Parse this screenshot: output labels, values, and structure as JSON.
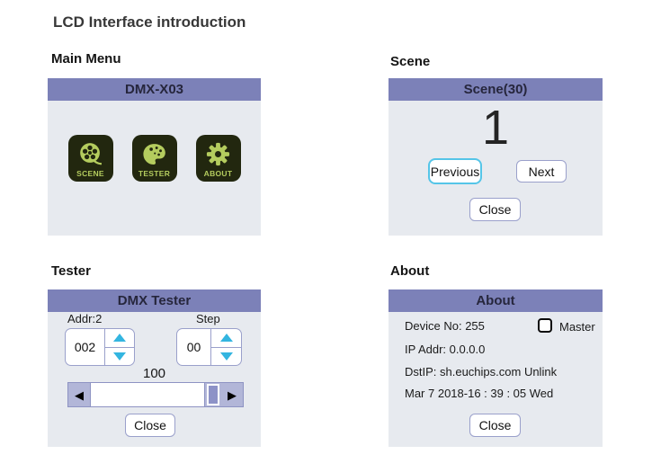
{
  "title": "LCD Interface introduction",
  "colors": {
    "header_bg": "#7c81b8",
    "panel_bg": "#e7eaef",
    "tile_bg": "#22270f",
    "tile_green": "#b4cc5e",
    "spinner_arrow_cyan": "#33b5e0",
    "button_border": "#9aa0cb",
    "previous_focus_border": "#55c5e8",
    "slider_bg": "#b2b6d8",
    "slider_thumb": "#8d92c7"
  },
  "main_menu": {
    "section_label": "Main Menu",
    "header": "DMX-X03",
    "icons": [
      {
        "id": "scene",
        "label": "SCENE"
      },
      {
        "id": "tester",
        "label": "TESTER"
      },
      {
        "id": "about",
        "label": "ABOUT"
      }
    ]
  },
  "scene": {
    "section_label": "Scene",
    "header": "Scene(30)",
    "value": "1",
    "previous_label": "Previous",
    "next_label": "Next",
    "close_label": "Close"
  },
  "tester": {
    "section_label": "Tester",
    "header": "DMX Tester",
    "addr_label": "Addr:2",
    "addr_value": "002",
    "step_label": "Step",
    "step_value": "00",
    "level_value": "100",
    "close_label": "Close"
  },
  "about": {
    "section_label": "About",
    "header": "About",
    "device_row": "Device No: 255",
    "master_label": "Master",
    "ip_row": "IP Addr: 0.0.0.0",
    "dst_row": "DstIP: sh.euchips.com Unlink",
    "date_row": "Mar 7 2018-16 : 39 : 05 Wed",
    "close_label": "Close"
  }
}
